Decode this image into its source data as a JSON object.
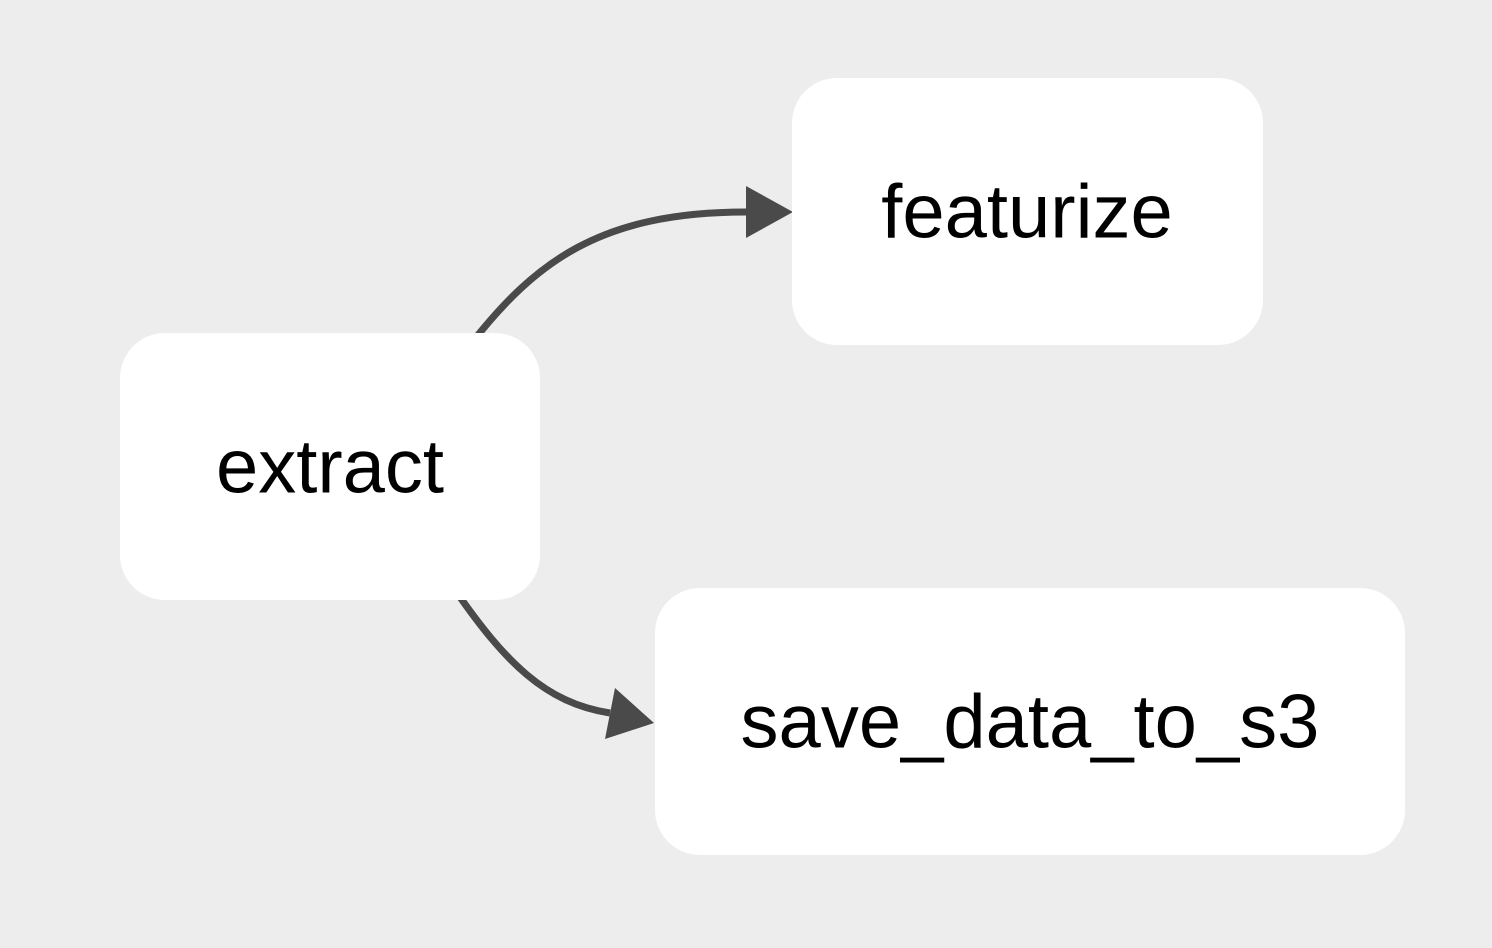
{
  "diagram": {
    "type": "dag-graph",
    "background_color": "#ededed",
    "node_fill_color": "#ffffff",
    "node_label_color": "#000000",
    "edge_color": "#4a4a4a",
    "nodes": [
      {
        "id": "extract",
        "label": "extract"
      },
      {
        "id": "featurize",
        "label": "featurize"
      },
      {
        "id": "save_data_to_s3",
        "label": "save_data_to_s3"
      }
    ],
    "edges": [
      {
        "from": "extract",
        "to": "featurize"
      },
      {
        "from": "extract",
        "to": "save_data_to_s3"
      }
    ]
  }
}
